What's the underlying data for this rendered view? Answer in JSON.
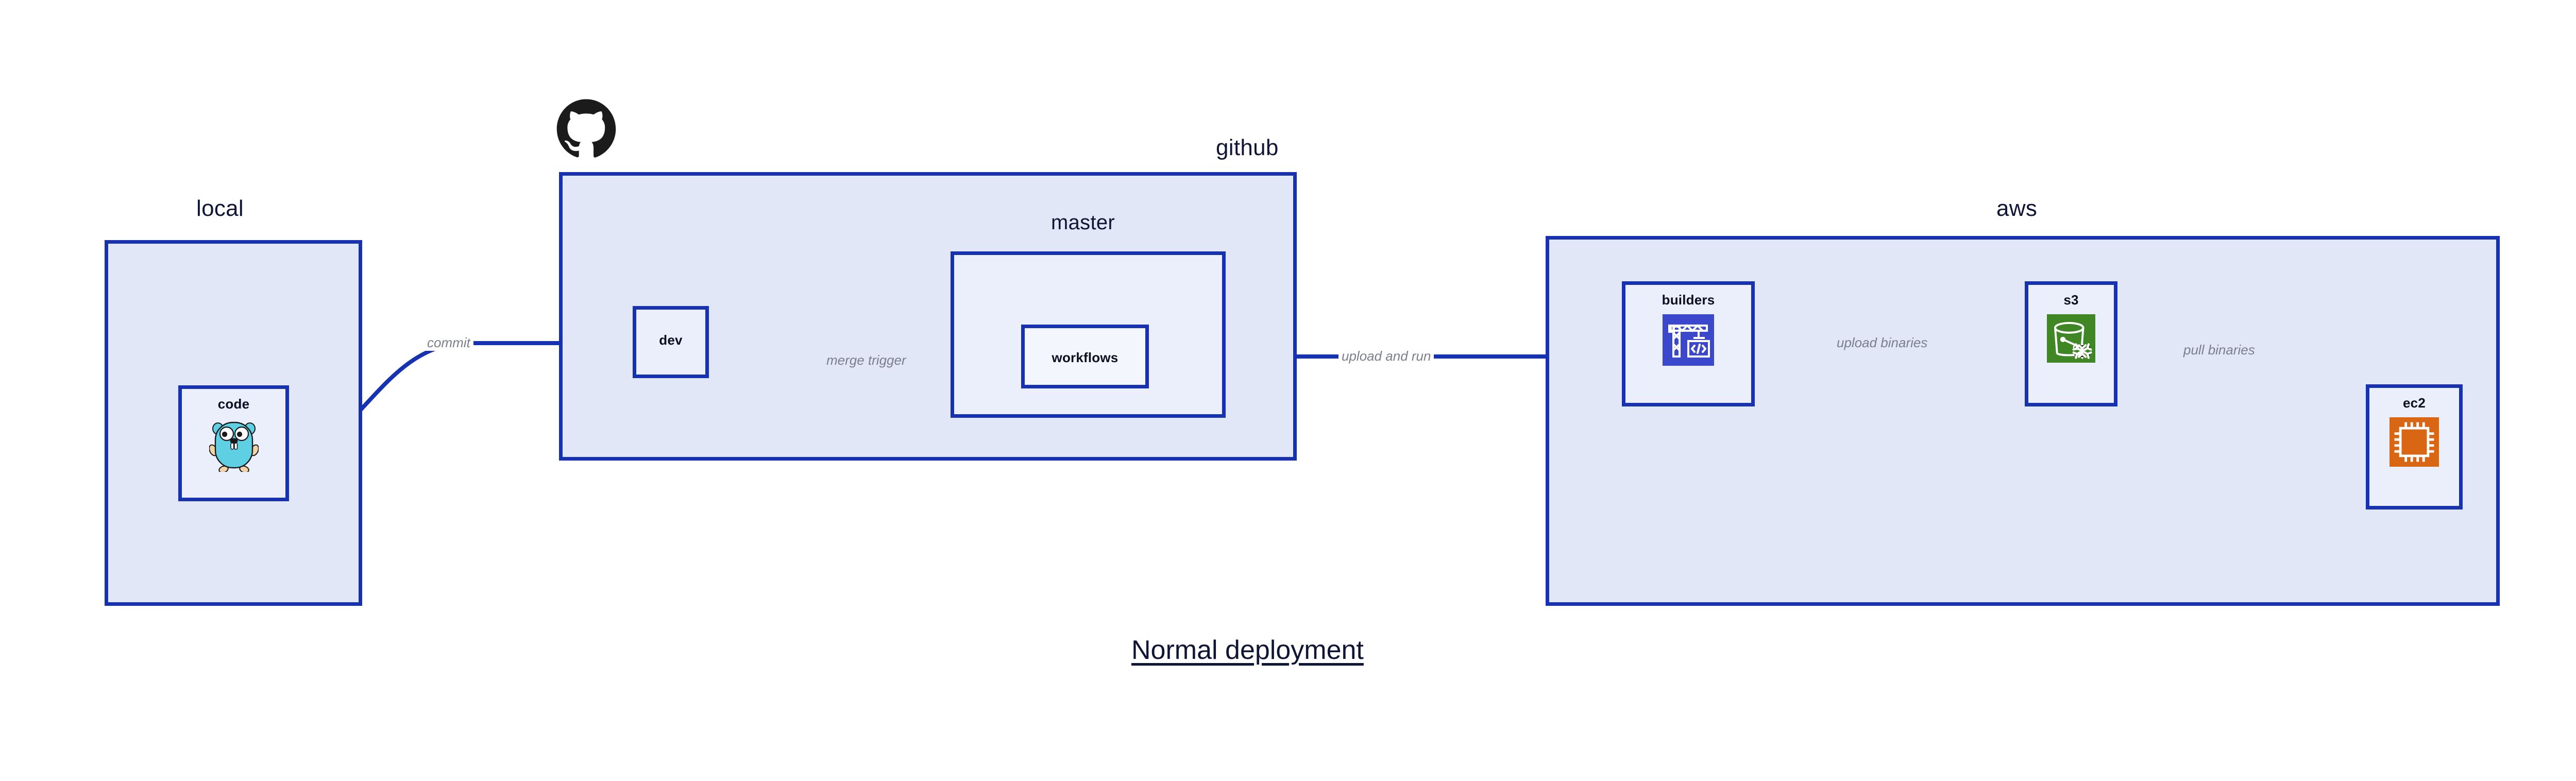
{
  "diagram": {
    "title": "Normal deployment",
    "background_color": "#ffffff",
    "accent_color": "#1632b0",
    "group_fill": "#e2e7f8",
    "node_fill": "#eaeffb",
    "label_color": "#0f1535",
    "edge_label_color": "#7b7f8c"
  },
  "groups": [
    {
      "id": "local",
      "label": "local"
    },
    {
      "id": "github",
      "label": "github"
    },
    {
      "id": "master",
      "label": "master"
    },
    {
      "id": "aws",
      "label": "aws"
    }
  ],
  "nodes": [
    {
      "id": "code",
      "label": "code",
      "icon": "go-gopher-icon",
      "group": "local"
    },
    {
      "id": "dev",
      "label": "dev",
      "icon": "none",
      "group": "github"
    },
    {
      "id": "workflows",
      "label": "workflows",
      "icon": "none",
      "group": "master"
    },
    {
      "id": "builders",
      "label": "builders",
      "icon": "aws-codebuild-icon",
      "group": "aws"
    },
    {
      "id": "s3",
      "label": "s3",
      "icon": "aws-s3-glacier-icon",
      "group": "aws"
    },
    {
      "id": "ec2",
      "label": "ec2",
      "icon": "aws-ec2-icon",
      "group": "aws"
    }
  ],
  "edges": [
    {
      "id": "commit",
      "from": "code",
      "to": "dev",
      "label": "commit"
    },
    {
      "id": "merge-trigger",
      "from": "dev",
      "to": "workflows",
      "label": "merge trigger"
    },
    {
      "id": "upload-and-run",
      "from": "workflows",
      "to": "builders",
      "label": "upload and run"
    },
    {
      "id": "upload-binaries",
      "from": "builders",
      "to": "s3",
      "label": "upload binaries"
    },
    {
      "id": "pull-binaries",
      "from": "s3",
      "to": "ec2",
      "label": "pull binaries"
    }
  ],
  "logos": [
    {
      "id": "github-logo",
      "name": "github-octocat-icon",
      "color": "#1b1b1b"
    }
  ],
  "icon_colors": {
    "codebuild_bg": "#3b48cc",
    "s3_bg": "#3f8624",
    "ec2_bg": "#d86613",
    "gopher_body": "#5fd0e4",
    "gopher_limb": "#f3d3a6",
    "icon_stroke": "#ffffff"
  }
}
